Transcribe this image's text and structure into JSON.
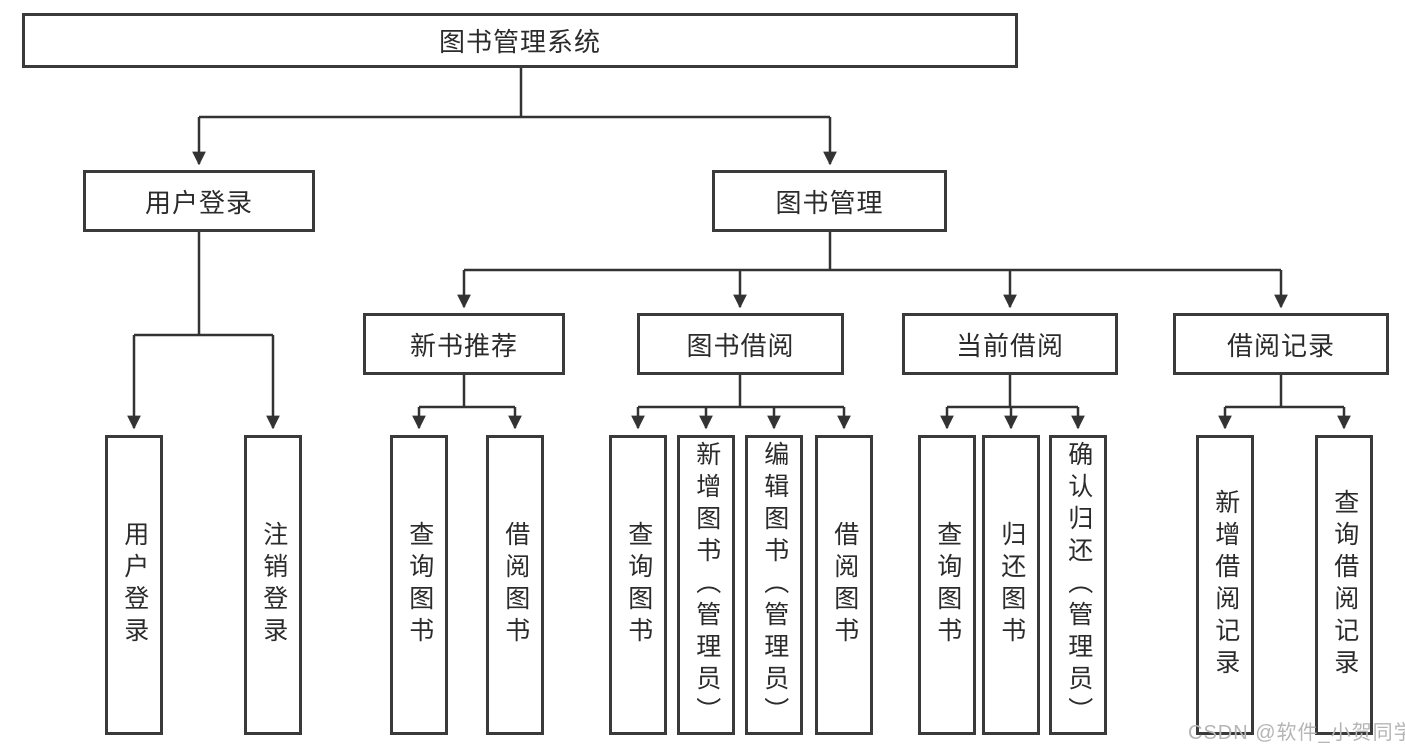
{
  "diagram": {
    "tree": {
      "label": "图书管理系统",
      "children": [
        {
          "label": "用户登录",
          "children": [
            {
              "label": "用户登录"
            },
            {
              "label": "注销登录"
            }
          ]
        },
        {
          "label": "图书管理",
          "children": [
            {
              "label": "新书推荐",
              "children": [
                {
                  "label": "查询图书"
                },
                {
                  "label": "借阅图书"
                }
              ]
            },
            {
              "label": "图书借阅",
              "children": [
                {
                  "label": "查询图书"
                },
                {
                  "label": "新增图书（管理员）"
                },
                {
                  "label": "编辑图书（管理员）"
                },
                {
                  "label": "借阅图书"
                }
              ]
            },
            {
              "label": "当前借阅",
              "children": [
                {
                  "label": "查询图书"
                },
                {
                  "label": "归还图书"
                },
                {
                  "label": "确认归还（管理员）"
                }
              ]
            },
            {
              "label": "借阅记录",
              "children": [
                {
                  "label": "新增借阅记录"
                },
                {
                  "label": "查询借阅记录"
                }
              ]
            }
          ]
        }
      ]
    }
  },
  "watermark": {
    "text": "CSDN @软件_小贺同学"
  },
  "colors": {
    "line": "#333333",
    "box_border": "#3a3a3a",
    "text": "#2b2b2b",
    "watermark": "#b5b5b5",
    "background": "#ffffff"
  }
}
